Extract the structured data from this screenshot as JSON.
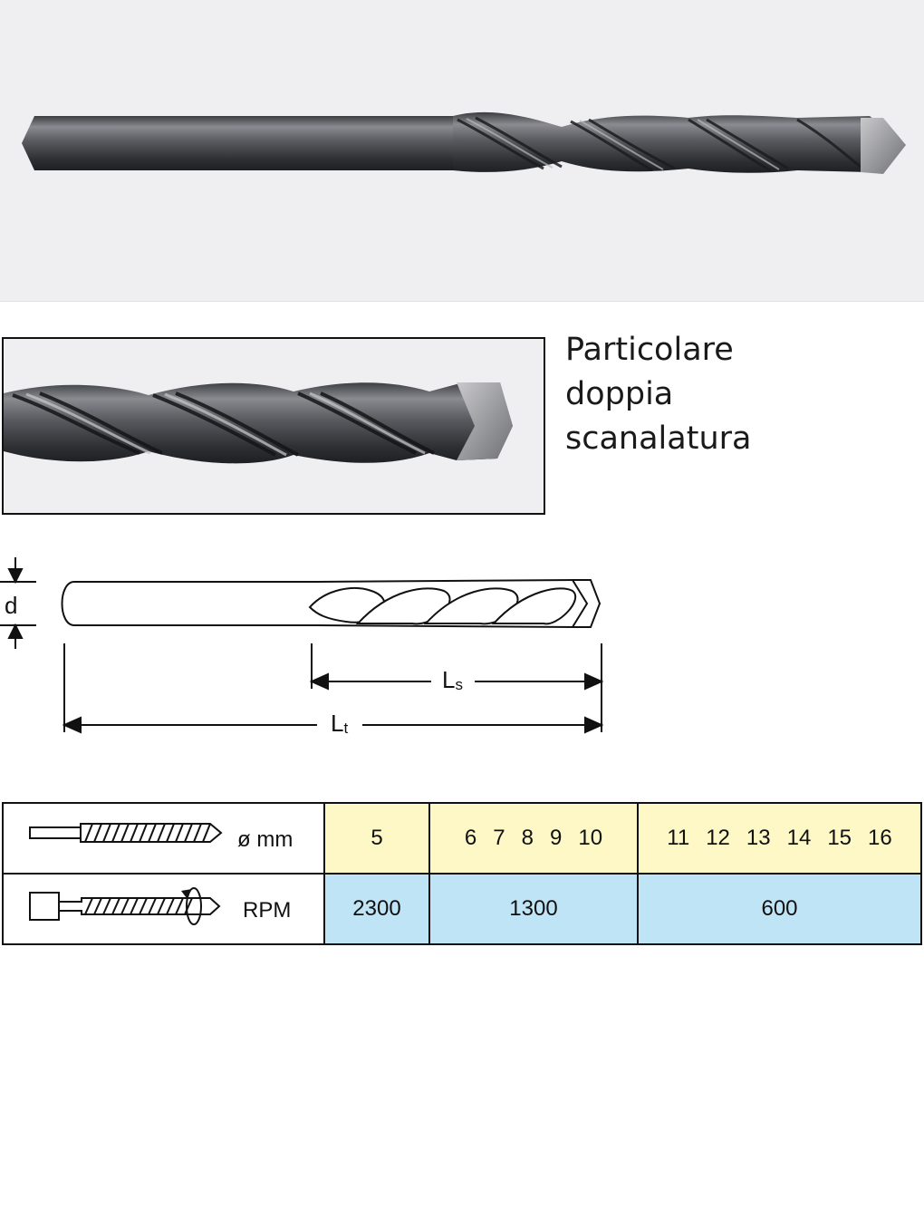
{
  "detail": {
    "caption_lines": [
      "Particolare",
      "doppia",
      "scanalatura"
    ]
  },
  "diagram": {
    "label_d": "d",
    "label_ls_main": "L",
    "label_ls_sub": "s",
    "label_lt_main": "L",
    "label_lt_sub": "t"
  },
  "table": {
    "row1_label": "ø mm",
    "row2_label": "RPM",
    "groups": [
      {
        "diameters": [
          "5"
        ],
        "rpm": "2300"
      },
      {
        "diameters": [
          "6",
          "7",
          "8",
          "9",
          "10"
        ],
        "rpm": "1300"
      },
      {
        "diameters": [
          "11",
          "12",
          "13",
          "14",
          "15",
          "16"
        ],
        "rpm": "600"
      }
    ]
  },
  "colors": {
    "diameter_row": "#fdf8c5",
    "rpm_row": "#bfe4f5",
    "hero_background": "#efeff1"
  },
  "icons": [
    "drill-bit-photo",
    "drill-tip-detail-photo",
    "drill-dimension-diagram",
    "drill-bit-icon",
    "rotating-drill-icon"
  ]
}
